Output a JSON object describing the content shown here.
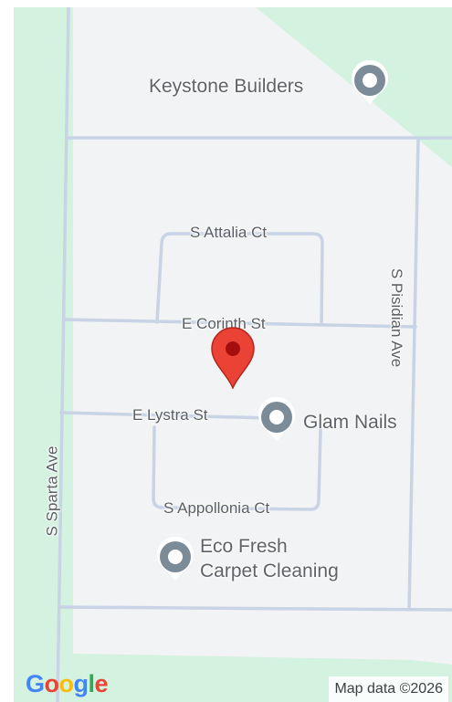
{
  "map": {
    "streets": {
      "s_attalia_ct": "S Attalia Ct",
      "e_corinth_st": "E Corinth St",
      "e_lystra_st": "E Lystra St",
      "s_appollonia_ct": "S Appollonia Ct",
      "s_pisidian_ave": "S Pisidian Ave",
      "s_sparta_ave": "S Sparta Ave"
    },
    "places": [
      {
        "name": "Keystone Builders",
        "icon": "place-marker-icon"
      },
      {
        "name": "Glam Nails",
        "icon": "place-marker-icon"
      },
      {
        "name_line1": "Eco Fresh",
        "name_line2": "Carpet Cleaning",
        "icon": "place-marker-icon"
      }
    ],
    "selected_pin_icon": "red-map-pin-icon",
    "colors": {
      "land": "#f1f3f4",
      "park": "#d3f2e0",
      "road": "#c8d3e5",
      "pin": "#ea4335",
      "poi_gray": "#7c8b98"
    }
  },
  "footer": {
    "logo": {
      "g1": "G",
      "o1": "o",
      "o2": "o",
      "g2": "g",
      "l": "l",
      "e": "e"
    },
    "attribution": "Map data ©2026"
  }
}
